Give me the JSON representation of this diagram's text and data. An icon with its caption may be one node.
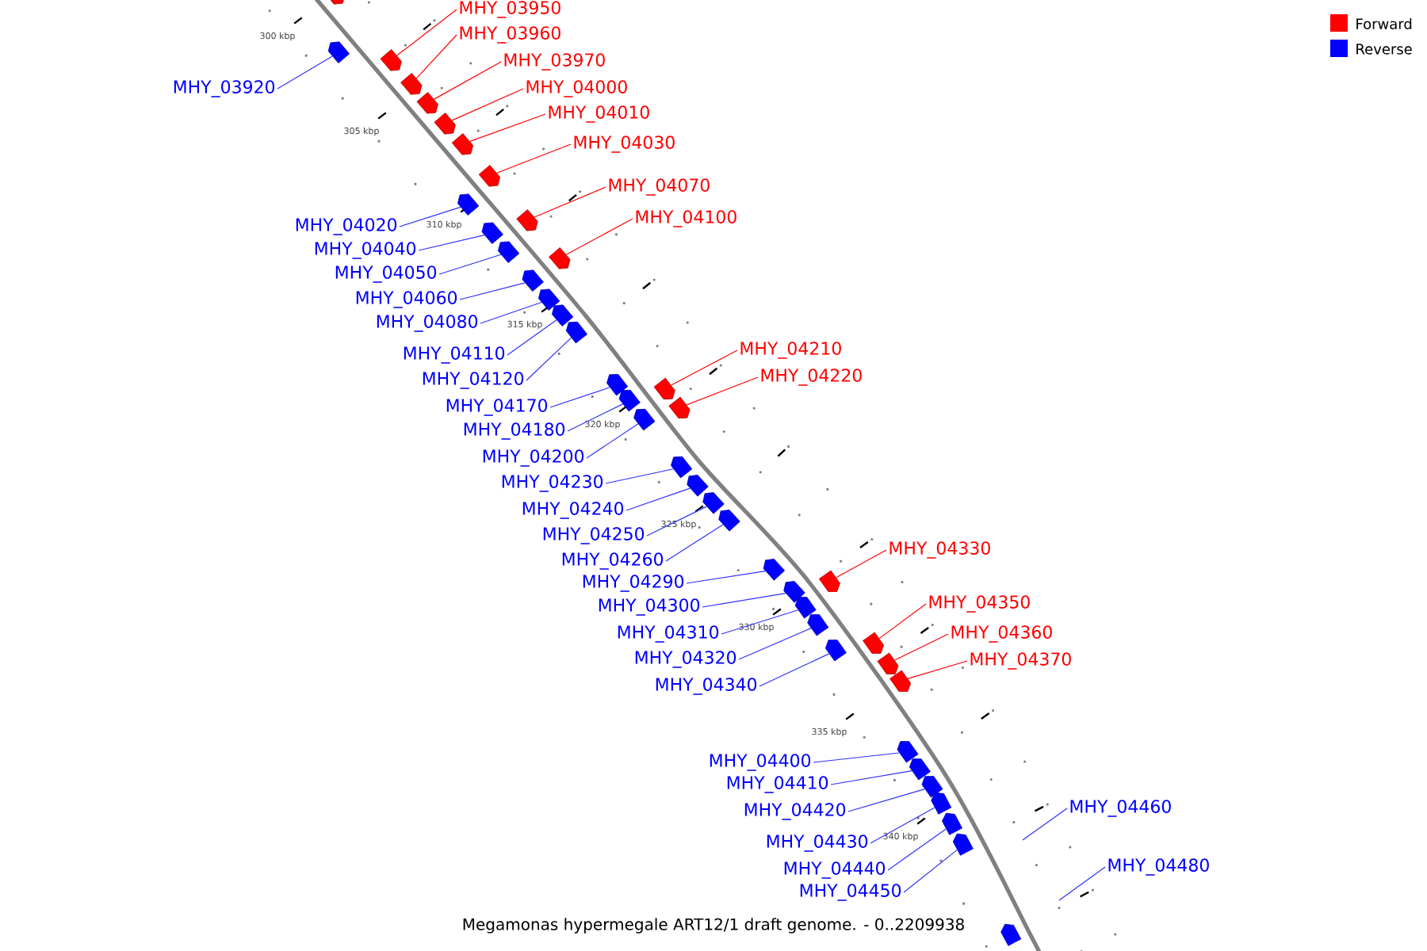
{
  "diagram": {
    "caption": "Megamonas hypermegale ART12/1 draft genome. - 0..2209938",
    "nodes": [
      {
        "text": [],
        "shape": "arrow"
      },
      {
        "text": [
          "MHY_03920"
        ]
      },
      {
        "text": [],
        "shape": "arrow"
      },
      {
        "text": [
          "MHY_03950"
        ]
      },
      {
        "text": [],
        "shape": "arrow"
      },
      {
        "text": [
          "MHY_03960"
        ]
      },
      {
        "text": [],
        "shape": "arrow"
      },
      {
        "text": [
          "MHY_03970"
        ]
      },
      {
        "text": [],
        "shape": "arrow"
      },
      {
        "text": [
          "MHY_04000"
        ]
      },
      {
        "text": [],
        "shape": "arrow"
      },
      {
        "text": [
          "MHY_04010"
        ]
      },
      {
        "text": [],
        "shape": "arrow"
      },
      {
        "text": [
          "MHY_04020"
        ]
      },
      {
        "text": [],
        "shape": "arrow"
      },
      {
        "text": [
          "MHY_04030"
        ]
      },
      {
        "text": [],
        "shape": "arrow"
      },
      {
        "text": [
          "MHY_04040"
        ]
      },
      {
        "text": [],
        "shape": "arrow"
      },
      {
        "text": [
          "MHY_04050"
        ]
      },
      {
        "text": [],
        "shape": "arrow"
      },
      {
        "text": [
          "MHY_04060"
        ]
      },
      {
        "text": [],
        "shape": "arrow"
      },
      {
        "text": [
          "MHY_04070"
        ]
      },
      {
        "text": [],
        "shape": "arrow"
      },
      {
        "text": [
          "MHY_04080"
        ]
      },
      {
        "text": [],
        "shape": "arrow"
      },
      {
        "text": [
          "MHY_04100"
        ]
      },
      {
        "text": [],
        "shape": "arrow"
      },
      {
        "text": [
          "MHY_04110"
        ]
      },
      {
        "text": [],
        "shape": "arrow"
      },
      {
        "text": [
          "MHY_04120"
        ]
      },
      {
        "text": [],
        "shape": "arrow"
      },
      {
        "text": [
          "MHY_04170"
        ]
      },
      {
        "text": [],
        "shape": "arrow"
      },
      {
        "text": [
          "MHY_04180"
        ]
      },
      {
        "text": [],
        "shape": "arrow"
      },
      {
        "text": [
          "MHY_04200"
        ]
      },
      {
        "text": [],
        "shape": "arrow"
      },
      {
        "text": [
          "MHY_04210"
        ]
      },
      {
        "text": [],
        "shape": "arrow"
      },
      {
        "text": [
          "MHY_04220"
        ]
      },
      {
        "text": [],
        "shape": "arrow"
      },
      {
        "text": [
          "MHY_04230"
        ]
      },
      {
        "text": [],
        "shape": "arrow"
      },
      {
        "text": [
          "MHY_04240"
        ]
      },
      {
        "text": [],
        "shape": "arrow"
      },
      {
        "text": [
          "MHY_04250"
        ]
      },
      {
        "text": [],
        "shape": "arrow"
      },
      {
        "text": [
          "MHY_04260"
        ]
      },
      {
        "text": [],
        "shape": "arrow"
      },
      {
        "text": [
          "MHY_04290"
        ]
      },
      {
        "text": [],
        "shape": "arrow"
      },
      {
        "text": [
          "MHY_04300"
        ]
      },
      {
        "text": [],
        "shape": "arrow"
      },
      {
        "text": [
          "MHY_04310"
        ]
      },
      {
        "text": [],
        "shape": "arrow"
      },
      {
        "text": [
          "MHY_04320"
        ]
      },
      {
        "text": [],
        "shape": "arrow"
      },
      {
        "text": [
          "MHY_04330"
        ]
      },
      {
        "text": [],
        "shape": "arrow"
      },
      {
        "text": [
          "MHY_04340"
        ]
      },
      {
        "text": [],
        "shape": "arrow"
      },
      {
        "text": [
          "MHY_04350"
        ]
      },
      {
        "text": [],
        "shape": "arrow"
      },
      {
        "text": [
          "MHY_04360"
        ]
      },
      {
        "text": [],
        "shape": "arrow"
      },
      {
        "text": [
          "MHY_04370"
        ]
      },
      {
        "text": [],
        "shape": "arrow"
      },
      {
        "text": [
          "MHY_04400"
        ]
      },
      {
        "text": [],
        "shape": "arrow"
      },
      {
        "text": [
          "MHY_04410"
        ]
      },
      {
        "text": [],
        "shape": "arrow"
      },
      {
        "text": [
          "MHY_04420"
        ]
      },
      {
        "text": [],
        "shape": "arrow"
      },
      {
        "text": [
          "MHY_04430"
        ]
      },
      {
        "text": [],
        "shape": "arrow"
      },
      {
        "text": [
          "MHY_04440"
        ]
      },
      {
        "text": [],
        "shape": "arrow"
      },
      {
        "text": [
          "MHY_04450"
        ]
      },
      {
        "text": [],
        "shape": "arrow"
      },
      {
        "text": [
          "MHY_04460"
        ]
      },
      {
        "text": [
          "MHY_04480"
        ]
      },
      {
        "text": [],
        "shape": "arrow"
      }
    ],
    "edges": [
      {
        "from": 1,
        "to": 2,
        "arrow": "none"
      },
      {
        "from": 3,
        "to": 4,
        "arrow": "none",
        "color": "#ff0000"
      },
      {
        "from": 5,
        "to": 6,
        "arrow": "none",
        "color": "#ff0000"
      },
      {
        "from": 7,
        "to": 8,
        "arrow": "none",
        "color": "#ff0000"
      },
      {
        "from": 9,
        "to": 10,
        "arrow": "none",
        "color": "#ff0000"
      },
      {
        "from": 11,
        "to": 12,
        "arrow": "none",
        "color": "#ff0000"
      },
      {
        "from": 13,
        "to": 14,
        "arrow": "none"
      },
      {
        "from": 15,
        "to": 16,
        "arrow": "none",
        "color": "#ff0000"
      },
      {
        "from": 17,
        "to": 18,
        "arrow": "none"
      },
      {
        "from": 19,
        "to": 20,
        "arrow": "none"
      },
      {
        "from": 21,
        "to": 22,
        "arrow": "none"
      },
      {
        "from": 23,
        "to": 24,
        "arrow": "none",
        "color": "#ff0000"
      },
      {
        "from": 25,
        "to": 26,
        "arrow": "none"
      },
      {
        "from": 27,
        "to": 28,
        "arrow": "none",
        "color": "#ff0000"
      },
      {
        "from": 29,
        "to": 30,
        "arrow": "none"
      },
      {
        "from": 31,
        "to": 32,
        "arrow": "none"
      },
      {
        "from": 33,
        "to": 34,
        "arrow": "none"
      },
      {
        "from": 35,
        "to": 36,
        "arrow": "none"
      },
      {
        "from": 37,
        "to": 38,
        "arrow": "none"
      },
      {
        "from": 39,
        "to": 40,
        "arrow": "none",
        "color": "#ff0000"
      },
      {
        "from": 41,
        "to": 42,
        "arrow": "none",
        "color": "#ff0000"
      },
      {
        "from": 43,
        "to": 44,
        "arrow": "none"
      },
      {
        "from": 45,
        "to": 46,
        "arrow": "none"
      },
      {
        "from": 47,
        "to": 48,
        "arrow": "none"
      },
      {
        "from": 49,
        "to": 50,
        "arrow": "none"
      },
      {
        "from": 51,
        "to": 52,
        "arrow": "none"
      },
      {
        "from": 53,
        "to": 54,
        "arrow": "none"
      },
      {
        "from": 55,
        "to": 56,
        "arrow": "none"
      },
      {
        "from": 57,
        "to": 58,
        "arrow": "none"
      },
      {
        "from": 59,
        "to": 60,
        "arrow": "none",
        "color": "#ff0000"
      },
      {
        "from": 61,
        "to": 62,
        "arrow": "none"
      },
      {
        "from": 63,
        "to": 64,
        "arrow": "none",
        "color": "#ff0000"
      },
      {
        "from": 65,
        "to": 66,
        "arrow": "none",
        "color": "#ff0000"
      },
      {
        "from": 67,
        "to": 68,
        "arrow": "none",
        "color": "#ff0000"
      },
      {
        "from": 69,
        "to": 70,
        "arrow": "none"
      },
      {
        "from": 71,
        "to": 72,
        "arrow": "none"
      },
      {
        "from": 73,
        "to": 74,
        "arrow": "none"
      },
      {
        "from": 75,
        "to": 76,
        "arrow": "none"
      },
      {
        "from": 77,
        "to": 78,
        "arrow": "none"
      },
      {
        "from": 79,
        "to": 80,
        "arrow": "none"
      },
      {
        "from": 81,
        "to": null,
        "arrow": "none"
      },
      {
        "from": 82,
        "to": null,
        "arrow": "none"
      }
    ],
    "labels": [
      "300 kbp",
      "305 kbp",
      "310 kbp",
      "315 kbp",
      "320 kbp",
      "325 kbp",
      "330 kbp",
      "335 kbp",
      "340 kbp"
    ],
    "legend": [
      {
        "text": "Forward",
        "color": "#ff0000"
      },
      {
        "text": "Reverse",
        "color": "#0000ff"
      }
    ]
  }
}
